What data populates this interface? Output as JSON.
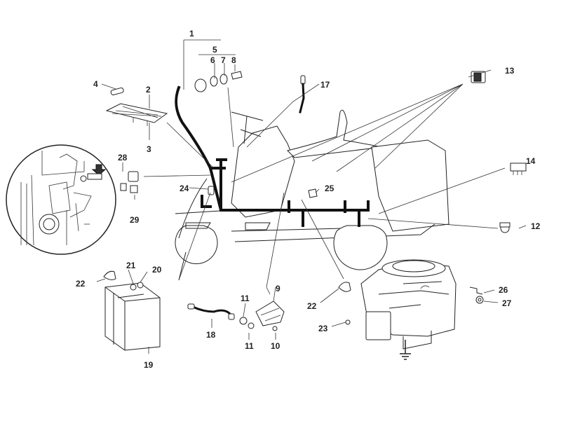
{
  "callouts": [
    {
      "id": "1",
      "text": "1"
    },
    {
      "id": "2",
      "text": "2"
    },
    {
      "id": "3",
      "text": "3"
    },
    {
      "id": "4",
      "text": "4"
    },
    {
      "id": "5",
      "text": "5"
    },
    {
      "id": "6",
      "text": "6"
    },
    {
      "id": "7",
      "text": "7"
    },
    {
      "id": "8",
      "text": "8"
    },
    {
      "id": "9",
      "text": "9"
    },
    {
      "id": "10",
      "text": "10"
    },
    {
      "id": "11a",
      "text": "11"
    },
    {
      "id": "11b",
      "text": "11"
    },
    {
      "id": "12",
      "text": "12"
    },
    {
      "id": "13",
      "text": "13"
    },
    {
      "id": "14",
      "text": "14"
    },
    {
      "id": "17",
      "text": "17"
    },
    {
      "id": "18",
      "text": "18"
    },
    {
      "id": "19",
      "text": "19"
    },
    {
      "id": "20",
      "text": "20"
    },
    {
      "id": "21",
      "text": "21"
    },
    {
      "id": "22a",
      "text": "22"
    },
    {
      "id": "22b",
      "text": "22"
    },
    {
      "id": "23",
      "text": "23"
    },
    {
      "id": "24",
      "text": "24"
    },
    {
      "id": "25",
      "text": "25"
    },
    {
      "id": "26",
      "text": "26"
    },
    {
      "id": "27",
      "text": "27"
    },
    {
      "id": "28",
      "text": "28"
    },
    {
      "id": "29",
      "text": "29"
    }
  ],
  "colors": {
    "line": "#222222",
    "harness": "#111111",
    "background": "#ffffff"
  }
}
